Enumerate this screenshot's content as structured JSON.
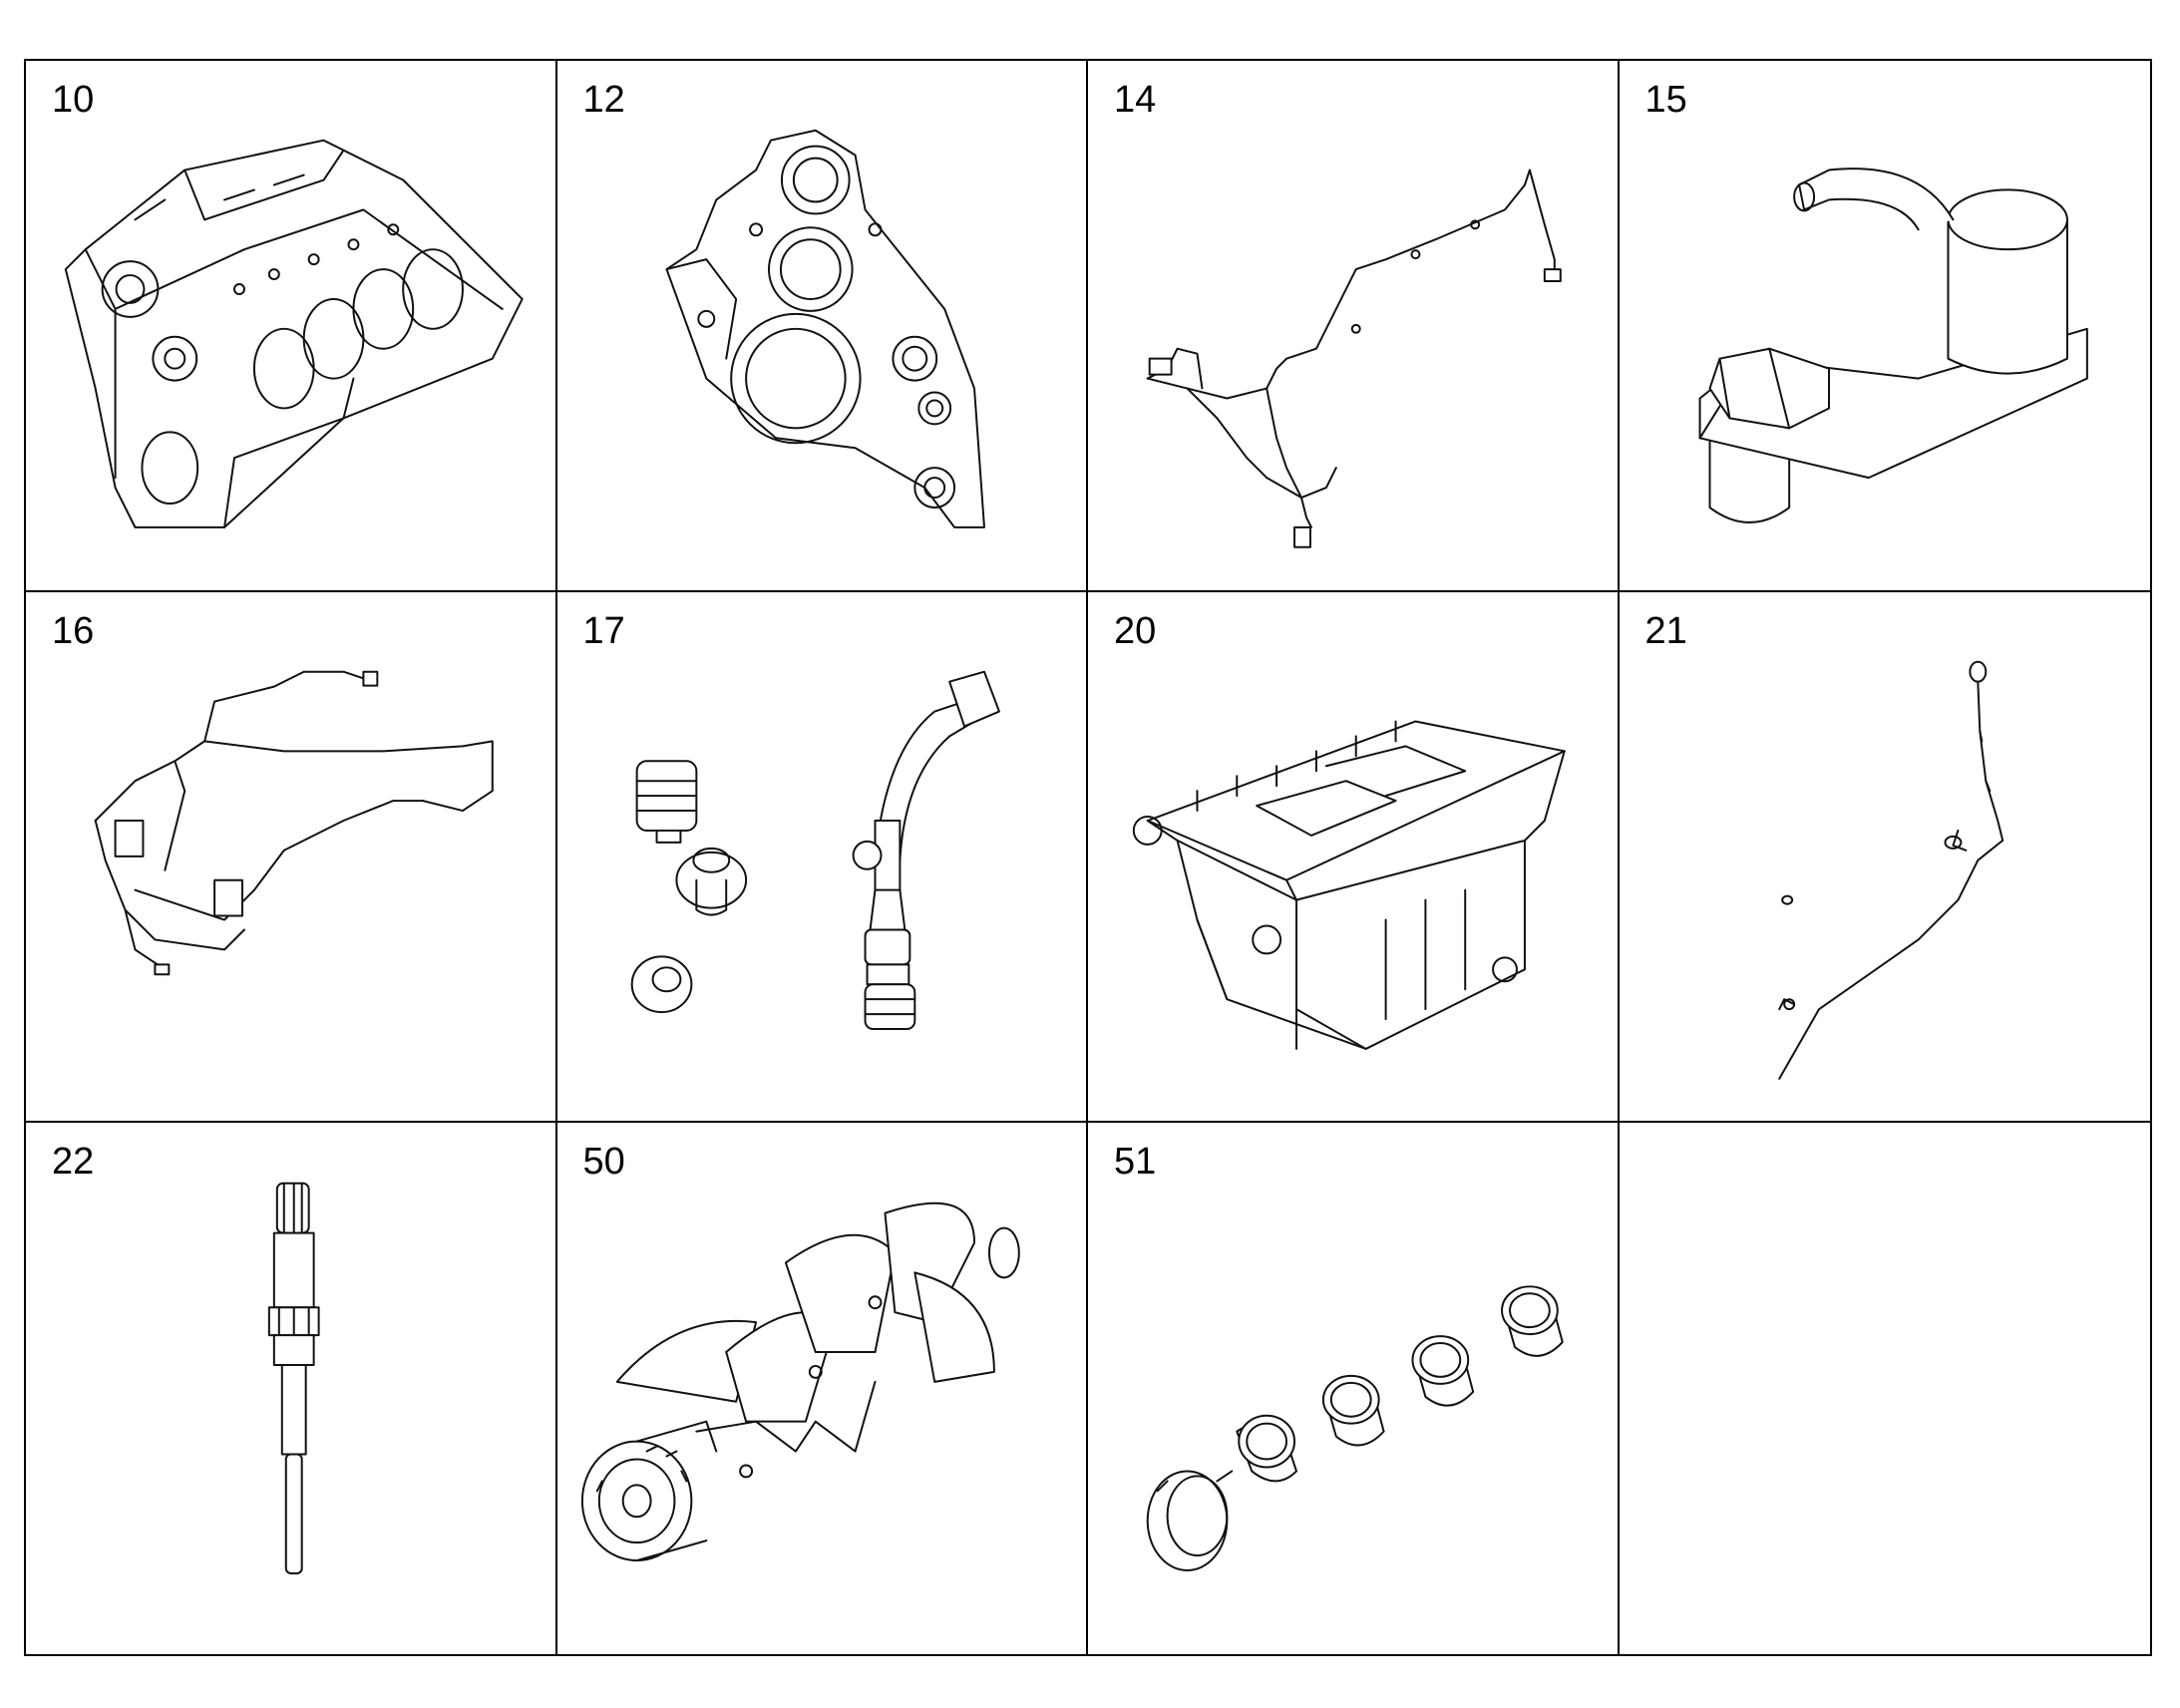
{
  "parts": [
    {
      "number": "10",
      "icon": "engine-block-icon"
    },
    {
      "number": "12",
      "icon": "timing-case-cover-icon"
    },
    {
      "number": "14",
      "icon": "wiring-harness-icon"
    },
    {
      "number": "15",
      "icon": "oil-filter-housing-icon"
    },
    {
      "number": "16",
      "icon": "wiring-harness-icon"
    },
    {
      "number": "17",
      "icon": "plugs-and-oil-pipe-icon"
    },
    {
      "number": "20",
      "icon": "oil-pan-icon"
    },
    {
      "number": "21",
      "icon": "dipstick-icon"
    },
    {
      "number": "22",
      "icon": "glow-plug-icon"
    },
    {
      "number": "50",
      "icon": "crankshaft-icon"
    },
    {
      "number": "51",
      "icon": "bearing-rings-icon"
    },
    {
      "number": "",
      "icon": ""
    }
  ]
}
